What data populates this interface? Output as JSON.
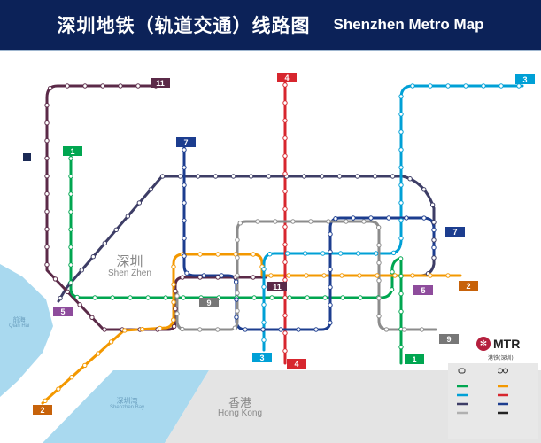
{
  "header": {
    "title_cn": "深圳地铁（轨道交通）线路图",
    "title_en": "Shenzhen Metro Map",
    "background": "#0c2258"
  },
  "areas": {
    "shenzhen_cn": "深圳",
    "shenzhen_en": "Shen Zhen",
    "qianhai_cn": "前海",
    "qianhai_en": "Qian Hai",
    "bay_cn": "深圳湾",
    "bay_en": "Shenzhen Bay",
    "hk_cn": "香港",
    "hk_en": "Hong Kong"
  },
  "branding": {
    "logo_text": "MTR",
    "subtitle": "港铁(深圳)"
  },
  "lines": [
    {
      "id": "1",
      "color": "#00a650"
    },
    {
      "id": "2",
      "color": "#f39800"
    },
    {
      "id": "3",
      "color": "#00a0d6"
    },
    {
      "id": "4",
      "color": "#d7262e"
    },
    {
      "id": "5",
      "color": "#8e4c9c"
    },
    {
      "id": "7",
      "color": "#1c3d8f"
    },
    {
      "id": "9",
      "color": "#8c8c8c"
    },
    {
      "id": "11",
      "color": "#5b2a48"
    }
  ],
  "colors": {
    "water": "#a9d9ef",
    "hong_kong_land": "#e2e2e2",
    "line5_track": "#3d3d66"
  }
}
